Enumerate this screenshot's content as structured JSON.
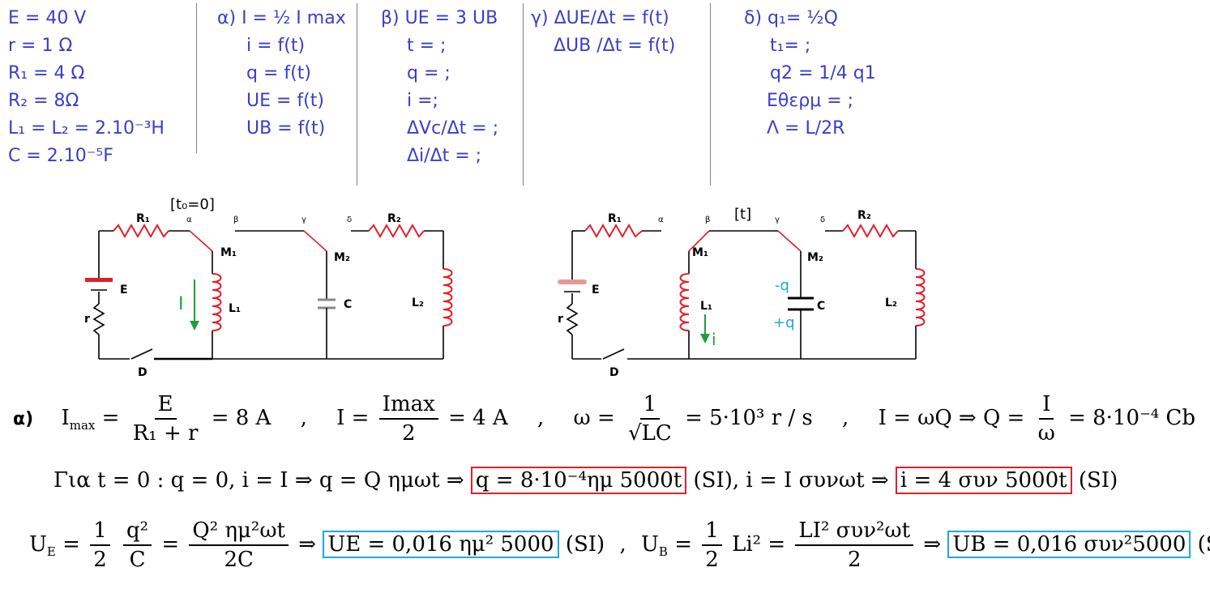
{
  "given": [
    "E = 40 V",
    "r = 1 Ω",
    "R₁ = 4 Ω",
    "R₂ = 8Ω",
    "L₁ = L₂ = 2.10⁻³H",
    "C = 2.10⁻⁵F"
  ],
  "part_a": [
    "α) I = ½ I max",
    "i = f(t)",
    "q = f(t)",
    "UE = f(t)",
    "UB = f(t)"
  ],
  "part_b": [
    "β) UE = 3 UB",
    "t = ;",
    "q = ;",
    "i =;",
    "ΔVc/Δt = ;",
    "Δi/Δt = ;"
  ],
  "part_c": [
    "γ) ΔUE/Δt = f(t)",
    "ΔUB /Δt = f(t)"
  ],
  "part_d": [
    "δ) q₁= ½Q",
    "t₁= ;",
    "q2 = 1/4 q1",
    "Eθερμ = ;",
    "Λ = L/2R"
  ],
  "diagram1": {
    "time": "[t₀=0]",
    "labels": {
      "R1": "R₁",
      "R2": "R₂",
      "alpha": "α",
      "beta": "β",
      "gamma": "γ",
      "delta": "δ",
      "M1": "M₁",
      "M2": "M₂",
      "E": "E",
      "r": "r",
      "L1": "L₁",
      "L2": "L₂",
      "C": "C",
      "D": "D",
      "I": "I"
    }
  },
  "diagram2": {
    "time": "[t]",
    "labels": {
      "R1": "R₁",
      "R2": "R₂",
      "alpha": "α",
      "beta": "β",
      "gamma": "γ",
      "delta": "δ",
      "M1": "M₁",
      "M2": "M₂",
      "E": "E",
      "r": "r",
      "L1": "L₁",
      "L2": "L₂",
      "C": "C",
      "D": "D",
      "i": "i",
      "minus_q": "-q",
      "plus_q": "+q"
    }
  },
  "solution": {
    "label": "α)",
    "imax_lhs": "I",
    "imax_sub": "max",
    "imax_eq": " =",
    "imax_num": "E",
    "imax_den": "R₁ + r",
    "imax_res": "= 8 A",
    "i_lhs": "I =",
    "i_num": "Imax",
    "i_den": "2",
    "i_res": "= 4 A",
    "w_lhs": "ω =",
    "w_num": "1",
    "w_den": "√LC",
    "w_res": "= 5·10³ r / s",
    "q_lhs": "I = ωQ ⇒ Q =",
    "q_num": "I",
    "q_den": "ω",
    "q_res": "= 8·10⁻⁴ Cb",
    "line2_a": "Για t = 0 : q = 0, i = I ⇒ q = Q ημωt ⇒",
    "line2_box1": "q = 8·10⁻⁴ημ 5000t",
    "line2_b": "(SI),    i = I συνωt ⇒",
    "line2_box2": "i = 4 συν 5000t",
    "line2_c": "(SI)",
    "ue_lhs": "U",
    "ue_sub": "E",
    "ue_eq": "=",
    "half_num": "1",
    "half_den": "2",
    "q2_num": "q²",
    "q2_den": "C",
    "ue_num": "Q² ημ²ωt",
    "ue_den": "2C",
    "ue_box": "UE = 0,016 ημ² 5000",
    "ub_lhs": "U",
    "ub_sub": "B",
    "ub_eq": "=",
    "li2": "Li²",
    "ub_num": "LI² συν²ωt",
    "ub_den": "2",
    "ub_box": "UB = 0,016 συν²5000",
    "si": "(SI)",
    "comma": ",",
    "arrow": "⇒"
  }
}
